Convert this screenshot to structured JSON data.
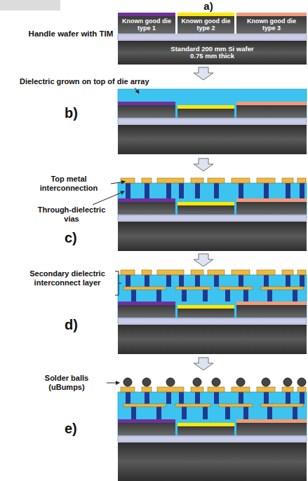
{
  "diagram": {
    "nodes": [
      {
        "text": [
          "Known good die type 1"
        ]
      },
      {
        "text": [
          "Known good die type 2"
        ]
      },
      {
        "text": [
          "Known good die type 3"
        ]
      },
      {
        "text": [
          "Standard 200 mm Si wafer 0.75 mm thick"
        ]
      }
    ],
    "labels": [
      "a)",
      "Handle wafer with TIM",
      "Dielectric grown on top of die array",
      "b)",
      "Top metal interconnection",
      "Through-dielectric vias",
      "c)",
      "Secondary dielectric interconnect layer",
      "d)",
      "Solder balls (uBumps)",
      "e)"
    ]
  }
}
